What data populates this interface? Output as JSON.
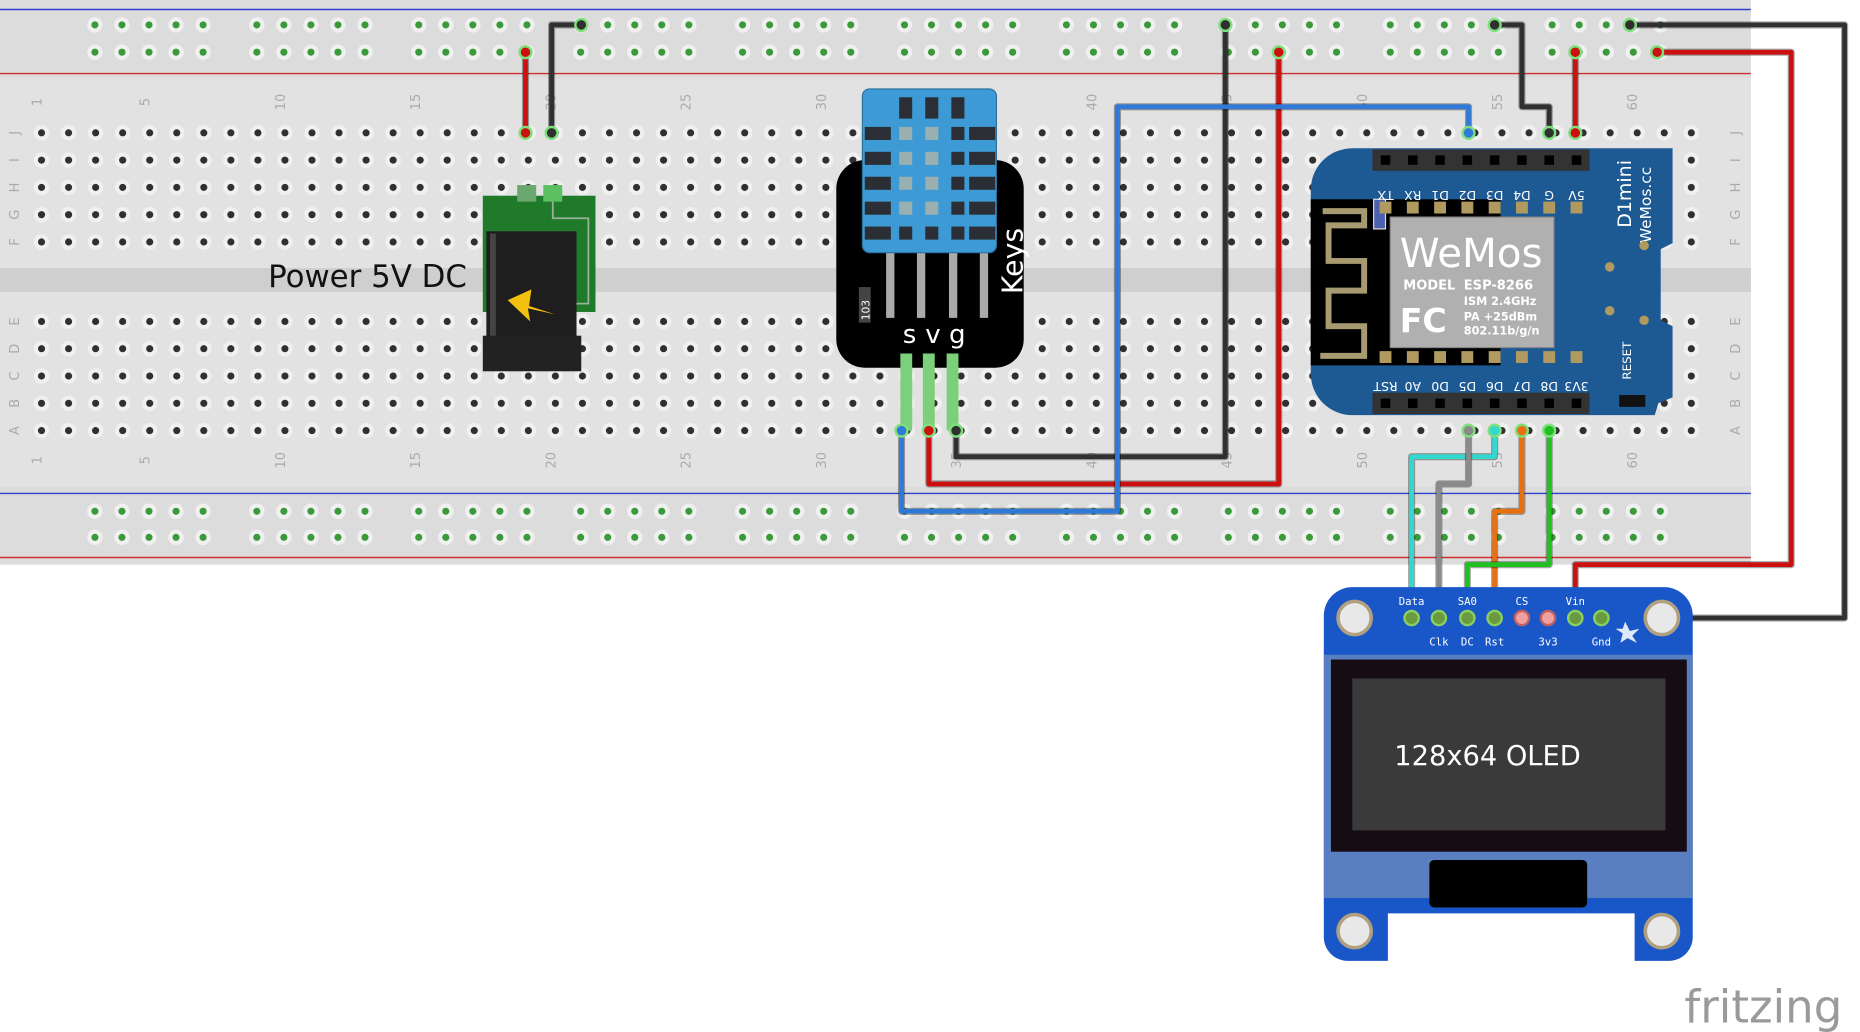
{
  "breadboard": {
    "row_letters_top": [
      "J",
      "I",
      "H",
      "G",
      "F"
    ],
    "row_letters_bottom": [
      "E",
      "D",
      "C",
      "B",
      "A"
    ],
    "column_numbers": [
      "1",
      "5",
      "10",
      "15",
      "20",
      "25",
      "30",
      "35",
      "40",
      "45",
      "50",
      "55",
      "60"
    ]
  },
  "power_jack": {
    "label": "Power 5V DC"
  },
  "dht_module": {
    "pin_labels": [
      "s",
      "v",
      "g"
    ],
    "brand": "Keys",
    "resistor": "103"
  },
  "d1_mini": {
    "top_pins": [
      "TX",
      "RX",
      "D1",
      "D2",
      "D3",
      "D4",
      "G",
      "5V"
    ],
    "bottom_pins": [
      "RST",
      "A0",
      "D0",
      "D5",
      "D6",
      "D7",
      "D8",
      "3V3"
    ],
    "title": "D1mini",
    "site": "WeMos.cc",
    "logo": "WeMos",
    "model_label": "MODEL",
    "model": "ESP-8266",
    "fcc": "FC",
    "spec_lines": [
      "ISM 2.4GHz",
      "PA +25dBm",
      "802.11b/g/n"
    ],
    "reset_label": "RESET"
  },
  "oled": {
    "top_labels": [
      "Data",
      "SA0",
      "CS",
      "Vin"
    ],
    "bottom_labels": [
      "Clk",
      "DC",
      "Rst",
      "3v3",
      "Gnd"
    ],
    "screen_text": "128x64 OLED"
  },
  "wire_colors": {
    "red": "#cc1010",
    "black": "#303030",
    "blue": "#2f7ad8",
    "cyan": "#30d8d0",
    "gray": "#8a8a8a",
    "orange": "#e87010",
    "green": "#20c020"
  },
  "watermark": "fritzing"
}
